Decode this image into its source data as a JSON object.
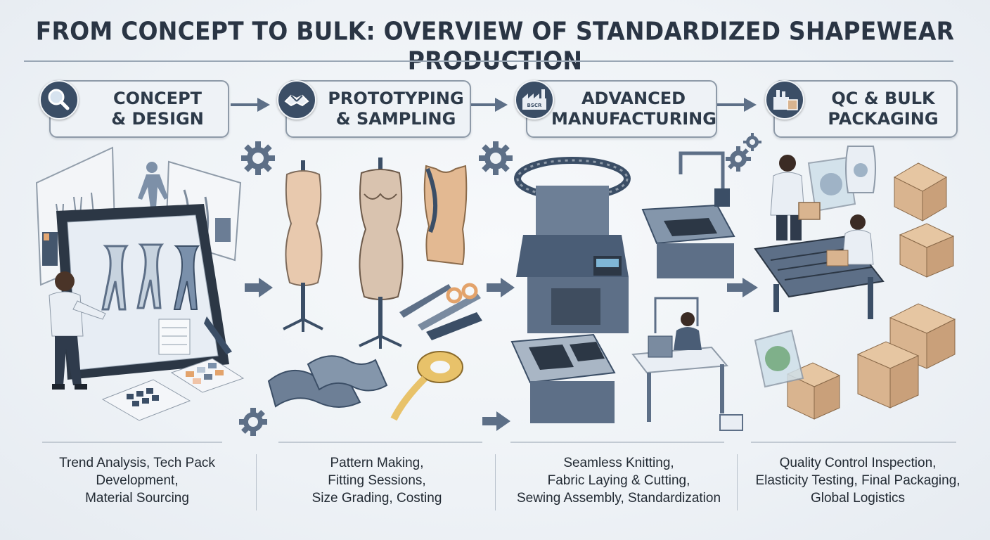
{
  "title": "FROM CONCEPT TO BULK: OVERVIEW OF STANDARDIZED SHAPEWEAR PRODUCTION",
  "steps": [
    {
      "title": "CONCEPT\n& DESIGN",
      "icon": "magnifier-icon",
      "caption": "Trend Analysis, Tech Pack\nDevelopment,\nMaterial Sourcing"
    },
    {
      "title": "PROTOTYPING\n& SAMPLING",
      "icon": "handshake-icon",
      "caption": "Pattern Making,\nFitting Sessions,\nSize Grading, Costing"
    },
    {
      "title": "ADVANCED\nMANUFACTURING",
      "icon": "factory-icon",
      "factory_label": "BSCR",
      "caption": "Seamless Knitting,\nFabric Laying & Cutting,\nSewing Assembly, Standardization"
    },
    {
      "title": "QC & BULK\nPACKAGING",
      "icon": "factory-box-icon",
      "caption": "Quality Control Inspection,\nElasticity Testing, Final Packaging,\nGlobal Logistics"
    }
  ],
  "colors": {
    "navy": "#3b4e66",
    "steel": "#5d6f87",
    "box_border": "#8e9aa8",
    "cardboard": "#d9b48f",
    "mannequin": "#e8c9ae",
    "title_text": "#2a3544"
  }
}
